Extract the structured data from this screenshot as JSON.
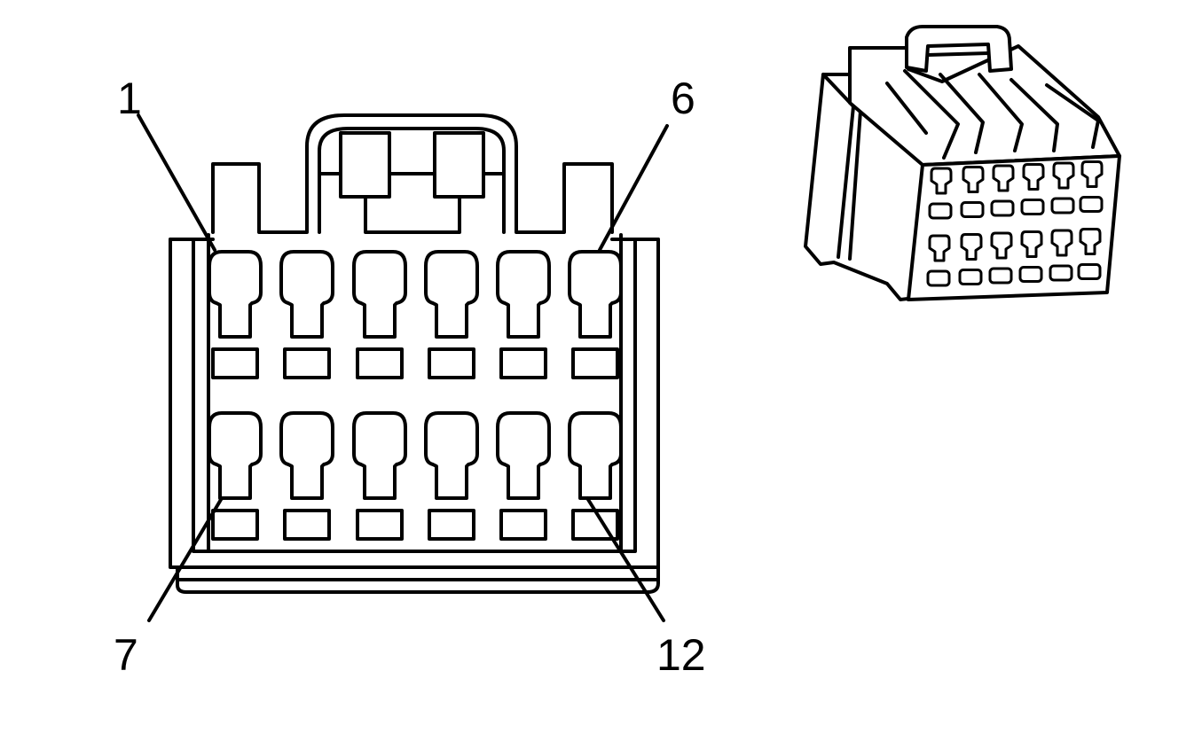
{
  "labels": {
    "pin_first_top": "1",
    "pin_last_top": "6",
    "pin_first_bottom": "7",
    "pin_last_bottom": "12"
  },
  "connector": {
    "rows": 2,
    "cavities_per_row": 6
  },
  "colors": {
    "line": "#000000",
    "background": "#ffffff"
  }
}
